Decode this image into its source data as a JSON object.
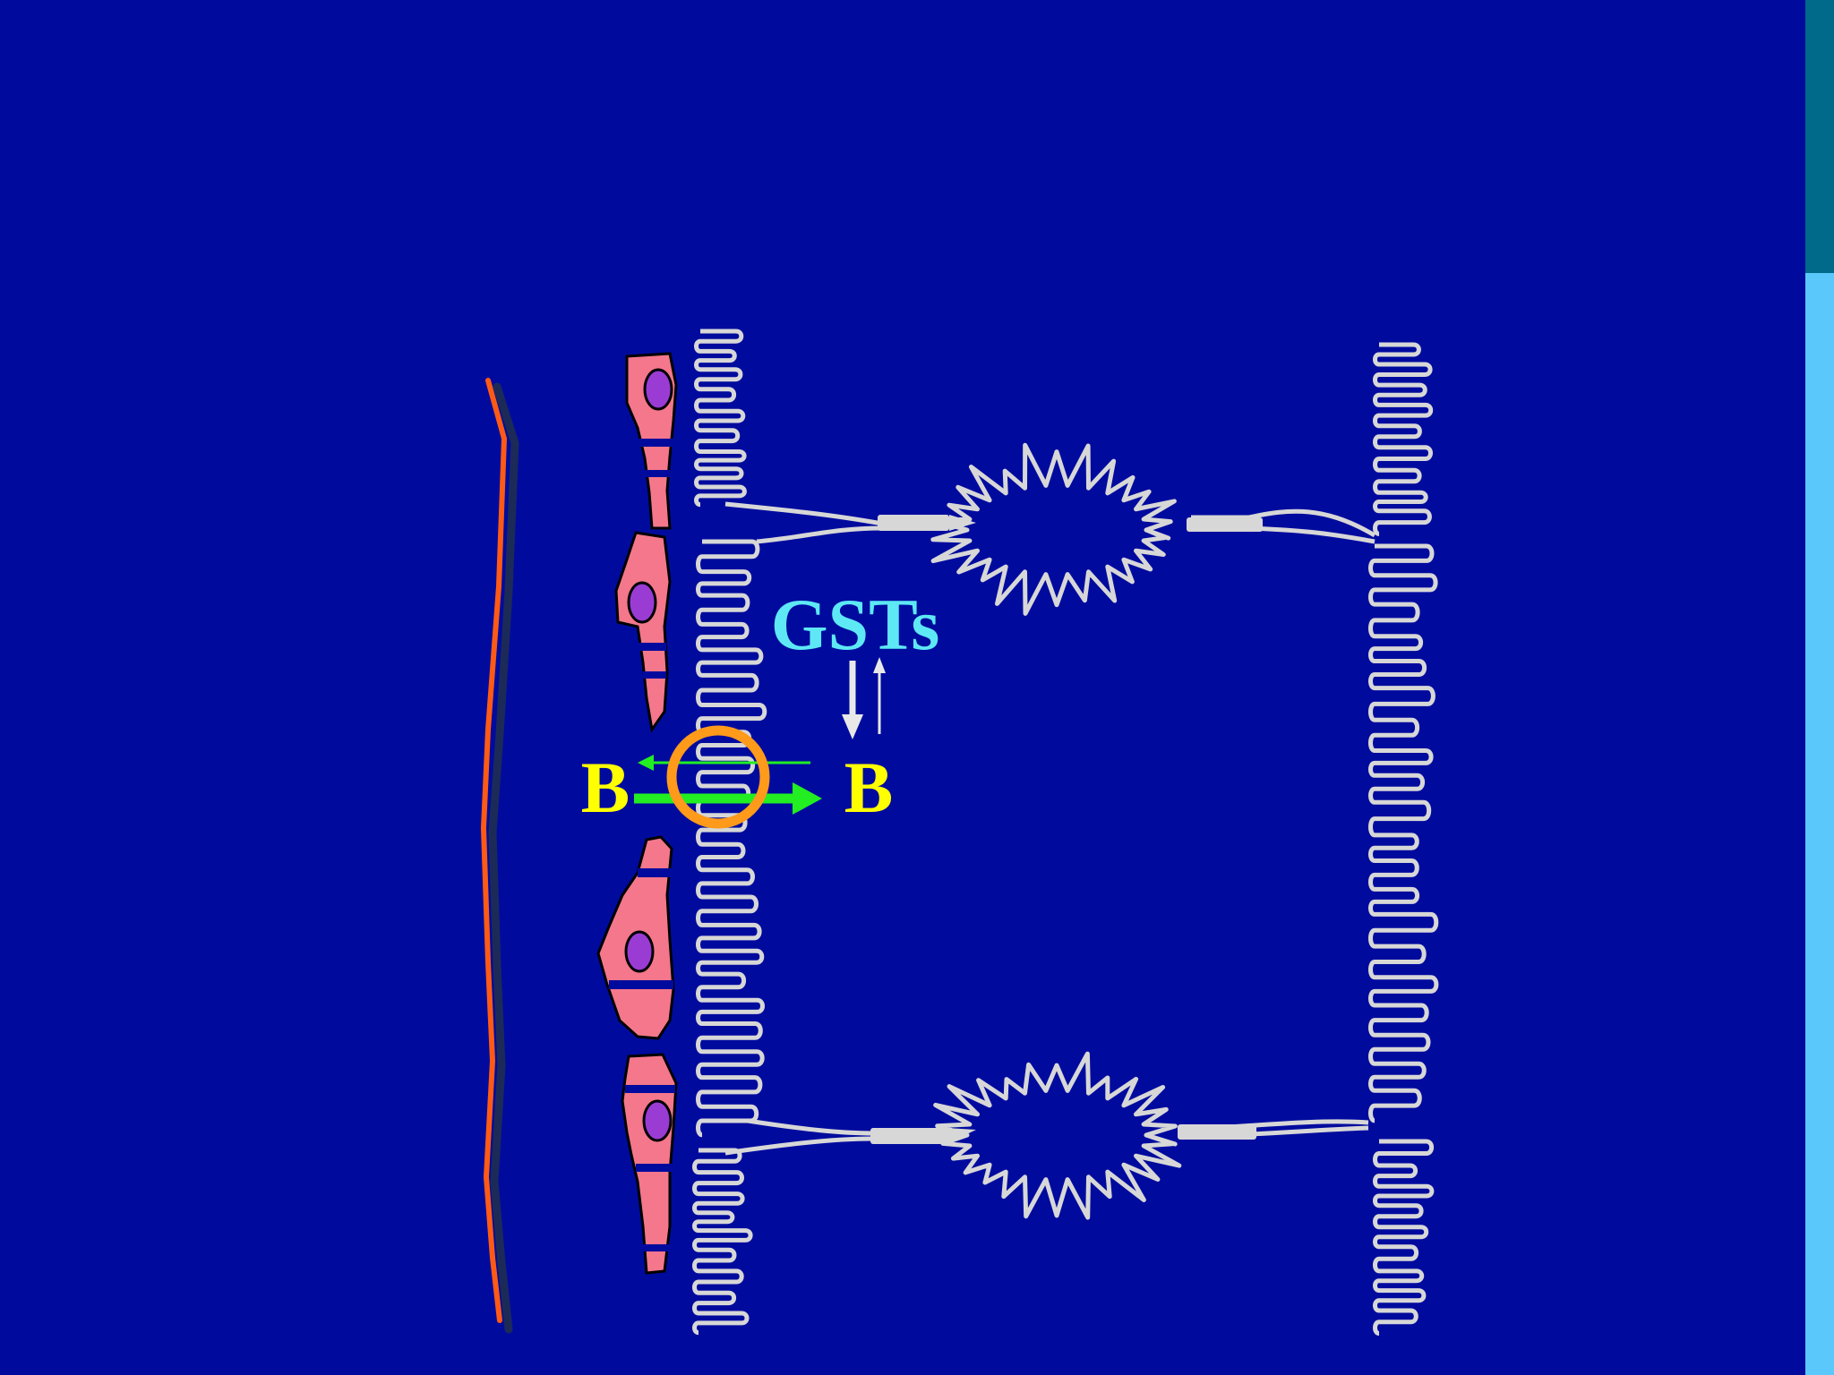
{
  "slide": {
    "background": "#000b9e",
    "side_bar_top_color": "#006a8a",
    "side_bar_bottom_color": "#5ac8fa"
  },
  "labels": {
    "enzyme": "GSTs",
    "substance_left": "B",
    "substance_right": "B"
  },
  "colors": {
    "enzyme_text": "#5ee8f5",
    "substance_text": "#ffff00",
    "transport_arrow": "#22ee22",
    "transporter_ring": "#ff9a1a",
    "equilibrium_arrows": "#e8e8e8",
    "membrane": "#d7d7d7",
    "cell_body": "#f4778b",
    "nucleus": "#9a3cd4",
    "vessel_line": "#ff5a14",
    "vessel_shadow": "#1c2a58"
  }
}
